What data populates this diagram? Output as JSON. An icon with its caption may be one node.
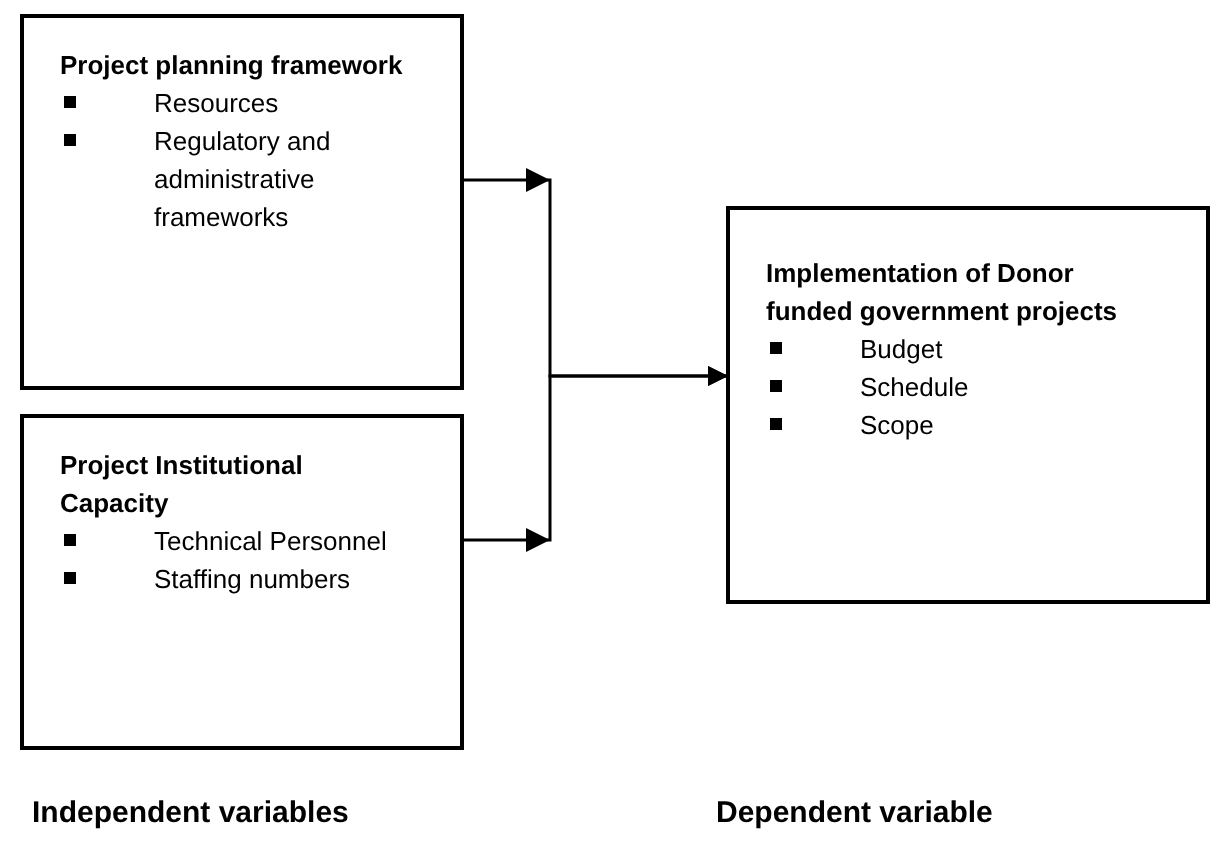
{
  "diagram": {
    "nodes": [
      {
        "text": [
          "Project planning framework",
          "Resources",
          "Regulatory and administrative frameworks"
        ]
      },
      {
        "text": [
          "Project Institutional Capacity",
          "Technical Personnel",
          "Staffing numbers"
        ]
      },
      {
        "text": [
          "Implementation of Donor funded government projects",
          "Budget",
          "Schedule",
          "Scope"
        ]
      }
    ],
    "edges": [
      {
        "from": 0,
        "to": 2,
        "arrow": "to"
      },
      {
        "from": 1,
        "to": 2,
        "arrow": "to"
      }
    ],
    "labels": [
      "Independent variables",
      "Dependent variable"
    ]
  }
}
